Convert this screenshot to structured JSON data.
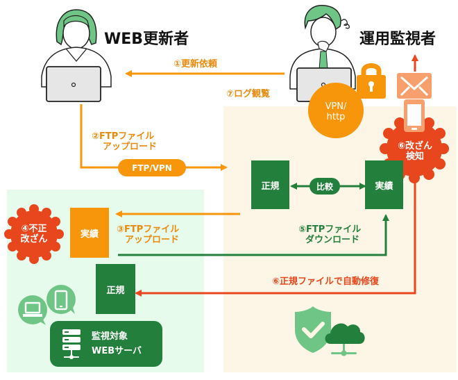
{
  "actors": {
    "web_updater": "WEB更新者",
    "operator": "運用監視者"
  },
  "steps": {
    "step1": "①更新依頼",
    "step7": "⑦ログ観覧",
    "step2_line1": "②FTPファイル",
    "step2_line2": "アップロード",
    "step2_pill": "FTP/VPN",
    "step3_line1": "③FTPファイル",
    "step3_line2": "アップロード",
    "step4_line1": "④不正",
    "step4_line2": "改ざん",
    "step5_line1": "⑤FTPファイル",
    "step5_line2": "ダウンロード",
    "step6_detect_line1": "⑥改ざん",
    "step6_detect_line2": "検知",
    "step6_restore": "⑥正規ファイルで自動修復"
  },
  "monitor_zone": {
    "vpn_line1": "VPN/",
    "vpn_line2": "http",
    "doc_legit": "正規",
    "compare": "比較",
    "doc_actual": "実績"
  },
  "server_zone": {
    "doc_actual": "実績",
    "doc_legit": "正規",
    "server_line1": "監視対象",
    "server_line2": "WEBサーバ"
  },
  "colors": {
    "orange": "#f7960a",
    "green": "#23803c",
    "light_green": "#6fc585",
    "red": "#e8461c",
    "salmon": "#f7a06e"
  }
}
